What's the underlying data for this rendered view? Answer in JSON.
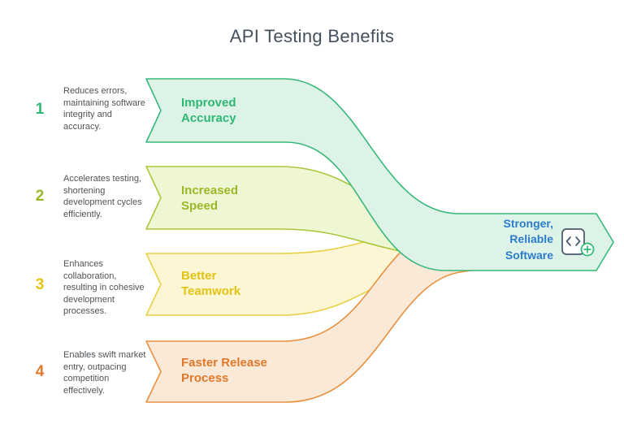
{
  "title": "API Testing Benefits",
  "benefits": [
    {
      "number": "1",
      "description": "Reduces errors, maintaining software integrity and accuracy.",
      "label": "Improved Accuracy",
      "color": "#2eb873",
      "band_fill": "#ddf3e7",
      "band_stroke": "#37b878"
    },
    {
      "number": "2",
      "description": "Accelerates testing, shortening development cycles efficiently.",
      "label": "Increased Speed",
      "color": "#9ab929",
      "band_fill": "#eef6d3",
      "band_stroke": "#a9c83d"
    },
    {
      "number": "3",
      "description": "Enhances collaboration, resulting in cohesive development processes.",
      "label": "Better Teamwork",
      "color": "#e3c414",
      "band_fill": "#fcf6d4",
      "band_stroke": "#e7d044"
    },
    {
      "number": "4",
      "description": "Enables swift market entry, outpacing competition effectively.",
      "label": "Faster Release Process",
      "color": "#e2782a",
      "band_fill": "#fbe9d8",
      "band_stroke": "#e8903f"
    }
  ],
  "outcome": {
    "label": "Stronger, Reliable Software",
    "color": "#2d7ccc",
    "icon": "code-plus-icon"
  }
}
